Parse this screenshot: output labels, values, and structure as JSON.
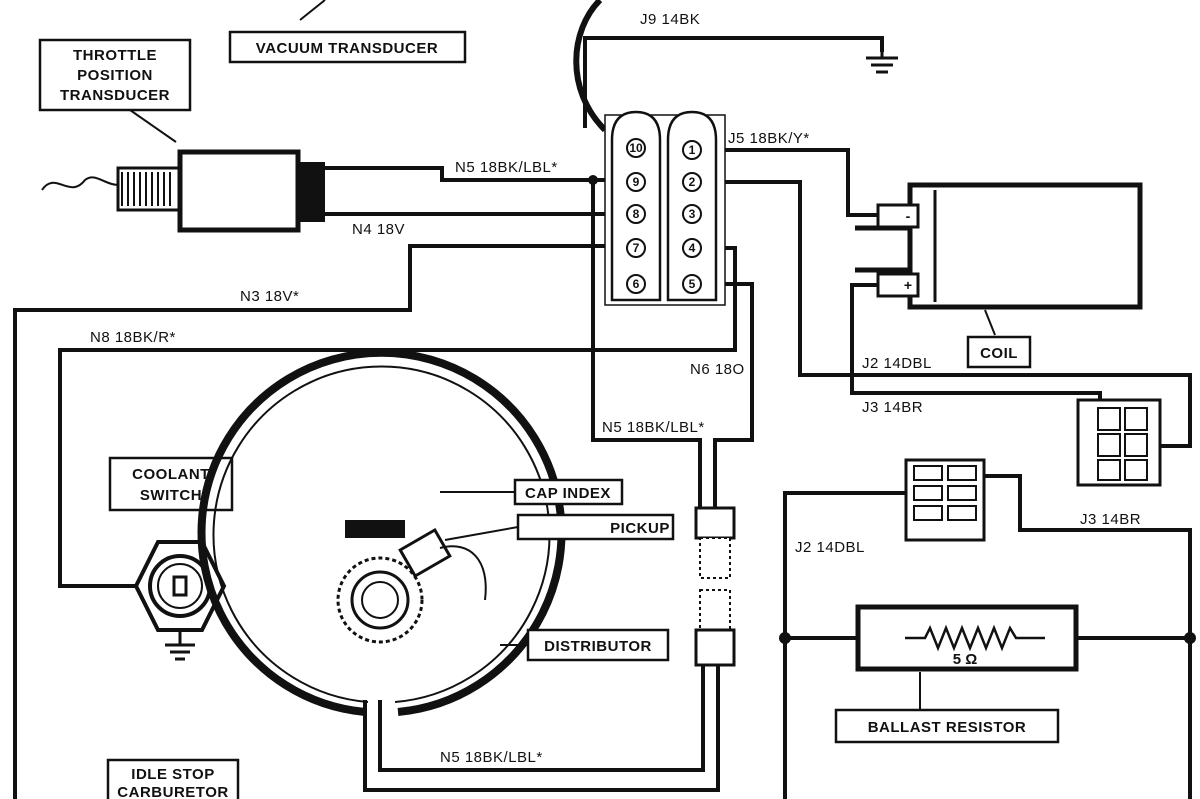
{
  "components": {
    "vacuum_transducer": "VACUUM TRANSDUCER",
    "throttle_position_transducer": [
      "THROTTLE",
      "POSITION",
      "TRANSDUCER"
    ],
    "coolant_switch": [
      "COOLANT",
      "SWITCH"
    ],
    "cap_index": "CAP INDEX",
    "pickup": "PICKUP",
    "distributor": "DISTRIBUTOR",
    "coil": "COIL",
    "ballast_resistor": "BALLAST RESISTOR",
    "resistor_value": "5 Ω",
    "idle_stop_carburetor": [
      "IDLE STOP",
      "CARBURETOR"
    ]
  },
  "connector": {
    "left_pins": [
      "10",
      "9",
      "8",
      "7",
      "6"
    ],
    "right_pins": [
      "1",
      "2",
      "3",
      "4",
      "5"
    ]
  },
  "coil_terminals": {
    "negative": "-",
    "positive": "+"
  },
  "wires": {
    "j9": "J9 14BK",
    "j5": "J5 18BK/Y*",
    "n5_top": "N5 18BK/LBL*",
    "n4": "N4 18V",
    "n3": "N3 18V*",
    "n8": "N8 18BK/R*",
    "n6": "N6 18O",
    "n5_mid": "N5 18BK/LBL*",
    "n5_bottom": "N5 18BK/LBL*",
    "j2_top": "J2 14DBL",
    "j3_top": "J3 14BR",
    "j2_left": "J2 14DBL",
    "j3_right": "J3 14BR"
  }
}
